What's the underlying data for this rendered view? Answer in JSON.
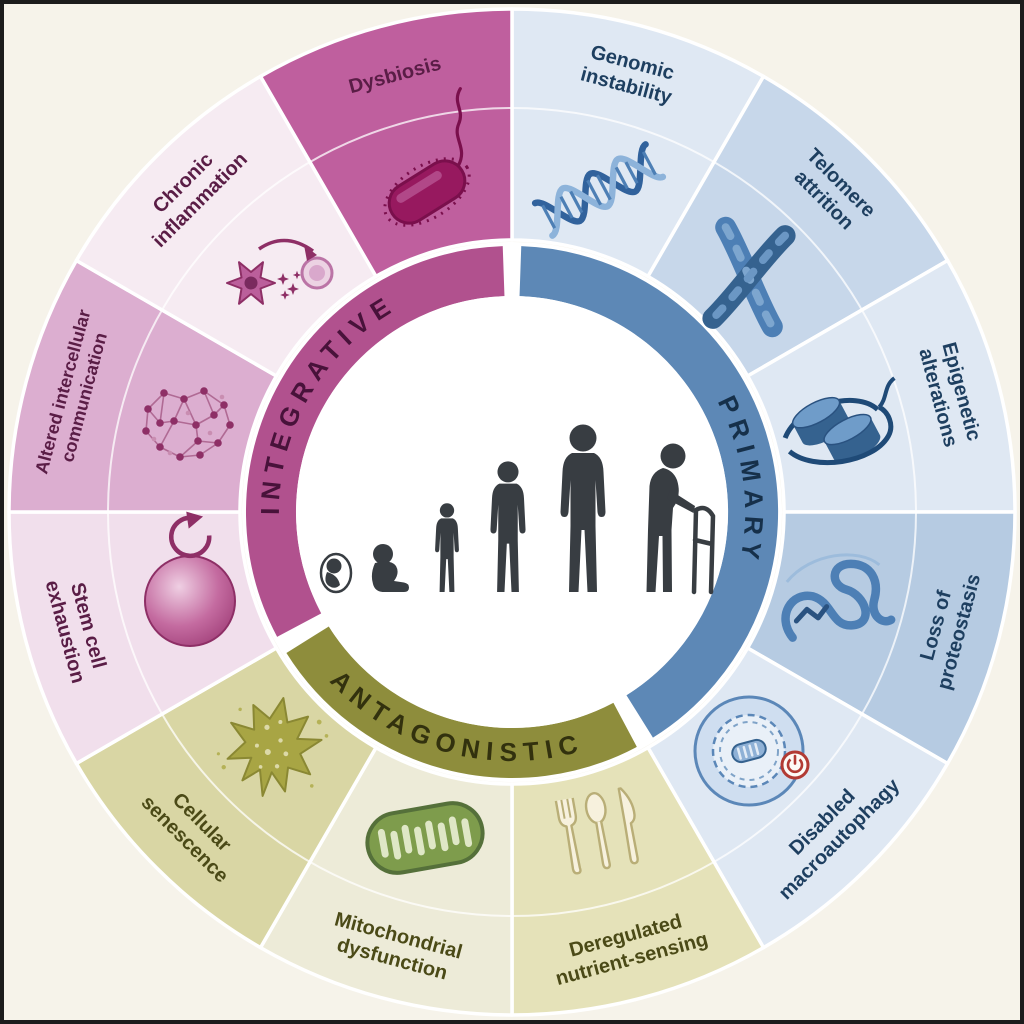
{
  "figure": {
    "type": "hallmarks-of-aging-wheel",
    "background_color": "#f6f3ea",
    "frame_color": "#1c1c1c",
    "center": {
      "description": "human life-course silhouettes from fetus to old age",
      "stages": [
        "fetus",
        "infant",
        "toddler",
        "adolescent",
        "adult",
        "older adult with walker"
      ],
      "silhouette_color": "#383d42"
    }
  },
  "groups": [
    {
      "name": "PRIMARY",
      "ring_color": "#5d88b6",
      "text_color": "#16304a",
      "label_color": "#1e3f60"
    },
    {
      "name": "ANTAGONISTIC",
      "ring_color": "#8e8d3c",
      "text_color": "#32310e",
      "label_color": "#4b4a17"
    },
    {
      "name": "INTEGRATIVE",
      "ring_color": "#b1518e",
      "text_color": "#48123a",
      "label_color": "#5a1d46"
    }
  ],
  "segments": [
    {
      "label": "Genomic instability",
      "label_lines": [
        "Genomic",
        "instability"
      ],
      "icon": "dna-double-helix-icon",
      "group": "PRIMARY",
      "color": "#dfe8f3"
    },
    {
      "label": "Telomere attrition",
      "label_lines": [
        "Telomere",
        "attrition"
      ],
      "icon": "chromosome-icon",
      "group": "PRIMARY",
      "color": "#c7d7ea"
    },
    {
      "label": "Epigenetic alterations",
      "label_lines": [
        "Epigenetic",
        "alterations"
      ],
      "icon": "nucleosome-icon",
      "group": "PRIMARY",
      "color": "#dfe8f3"
    },
    {
      "label": "Loss of proteostasis",
      "label_lines": [
        "Loss of",
        "proteostasis"
      ],
      "icon": "misfolded-protein-icon",
      "group": "PRIMARY",
      "color": "#b6cbe2"
    },
    {
      "label": "Disabled macroautophagy",
      "label_lines": [
        "Disabled",
        "macroautophagy"
      ],
      "icon": "autophagosome-power-off-icon",
      "group": "PRIMARY",
      "color": "#dfe8f3"
    },
    {
      "label": "Deregulated nutrient-sensing",
      "label_lines": [
        "Deregulated",
        "nutrient-sensing"
      ],
      "icon": "cutlery-icon",
      "group": "ANTAGONISTIC",
      "color": "#e5e2b9"
    },
    {
      "label": "Mitochondrial dysfunction",
      "label_lines": [
        "Mitochondrial",
        "dysfunction"
      ],
      "icon": "mitochondrion-icon",
      "group": "ANTAGONISTIC",
      "color": "#edebd8"
    },
    {
      "label": "Cellular senescence",
      "label_lines": [
        "Cellular",
        "senescence"
      ],
      "icon": "senescent-leaf-icon",
      "group": "ANTAGONISTIC",
      "color": "#d9d6a4"
    },
    {
      "label": "Stem cell exhaustion",
      "label_lines": [
        "Stem cell",
        "exhaustion"
      ],
      "icon": "stem-cell-renewal-arrow-icon",
      "group": "INTEGRATIVE",
      "color": "#f1dfec"
    },
    {
      "label": "Altered intercellular communication",
      "label_lines": [
        "Altered intercellular",
        "communication"
      ],
      "icon": "cell-network-icon",
      "group": "INTEGRATIVE",
      "color": "#dcaed0"
    },
    {
      "label": "Chronic inflammation",
      "label_lines": [
        "Chronic",
        "inflammation"
      ],
      "icon": "inflammatory-cells-icon",
      "group": "INTEGRATIVE",
      "color": "#f6ebf2"
    },
    {
      "label": "Dysbiosis",
      "label_lines": [
        "Dysbiosis"
      ],
      "icon": "bacterium-icon",
      "group": "INTEGRATIVE",
      "color": "#bf5f9e"
    }
  ]
}
